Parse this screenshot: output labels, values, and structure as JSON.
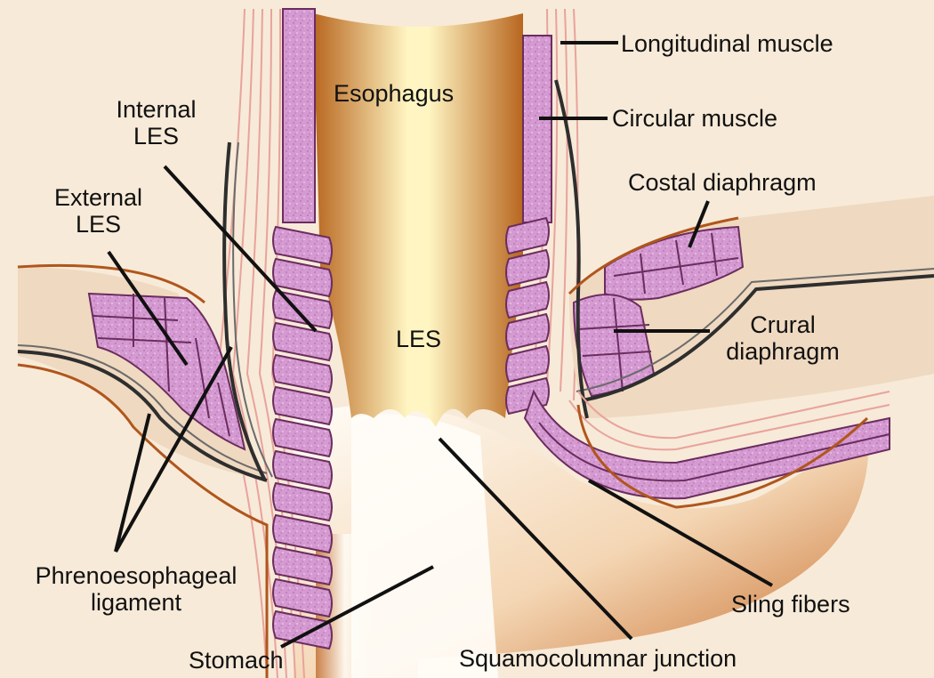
{
  "diagram": {
    "colors": {
      "background": "#f7ead8",
      "muscle_fill": "#d59ad2",
      "muscle_edge": "#6b2d5e",
      "lumen_dark": "#b8661f",
      "lumen_light": "#fff5c2",
      "stomach_light": "#fffdf8",
      "fiber_pink": "#f2b5ae",
      "ligament_dark": "#2e2e2e",
      "leader": "#111111"
    },
    "labels": {
      "longitudinal_muscle": "Longitudinal muscle",
      "esophagus": "Esophagus",
      "internal_les": "Internal\nLES",
      "circular_muscle": "Circular muscle",
      "external_les": "External\nLES",
      "costal_diaphragm": "Costal diaphragm",
      "les": "LES",
      "crural_diaphragm": "Crural\ndiaphragm",
      "phrenoesophageal_ligament": "Phrenoesophageal\nligament",
      "sling_fibers": "Sling fibers",
      "stomach": "Stomach",
      "squamocolumnar_junction": "Squamocolumnar junction"
    }
  }
}
